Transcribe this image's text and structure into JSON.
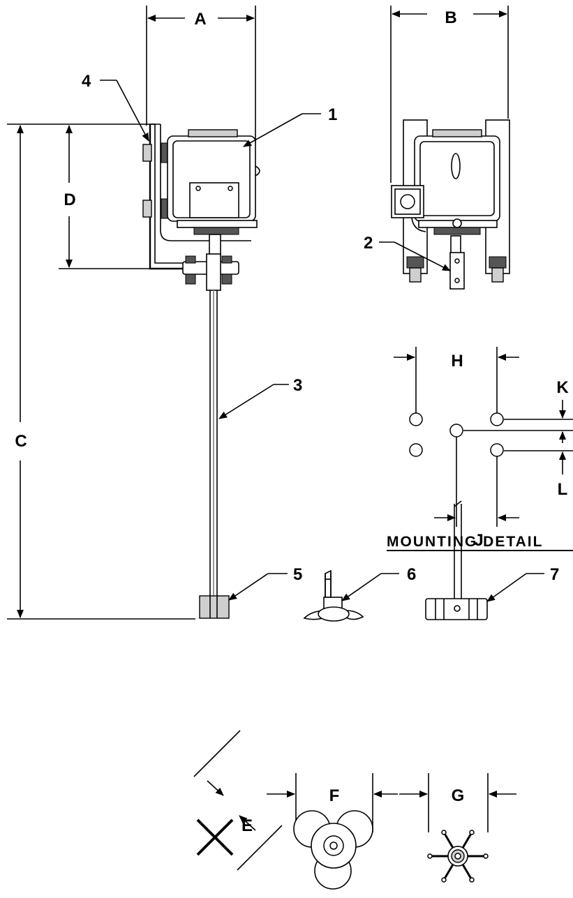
{
  "dimensions": {
    "A": "A",
    "B": "B",
    "C": "C",
    "D": "D",
    "E": "E",
    "F": "F",
    "G": "G",
    "H": "H",
    "J": "J",
    "K": "K",
    "L": "L"
  },
  "callouts": {
    "motor": "1",
    "clamp": "2",
    "shaft": "3",
    "bracket": "4",
    "hub": "5",
    "propeller": "6",
    "turbine": "7"
  },
  "captions": {
    "mounting_detail": "MOUNTING DETAIL"
  }
}
